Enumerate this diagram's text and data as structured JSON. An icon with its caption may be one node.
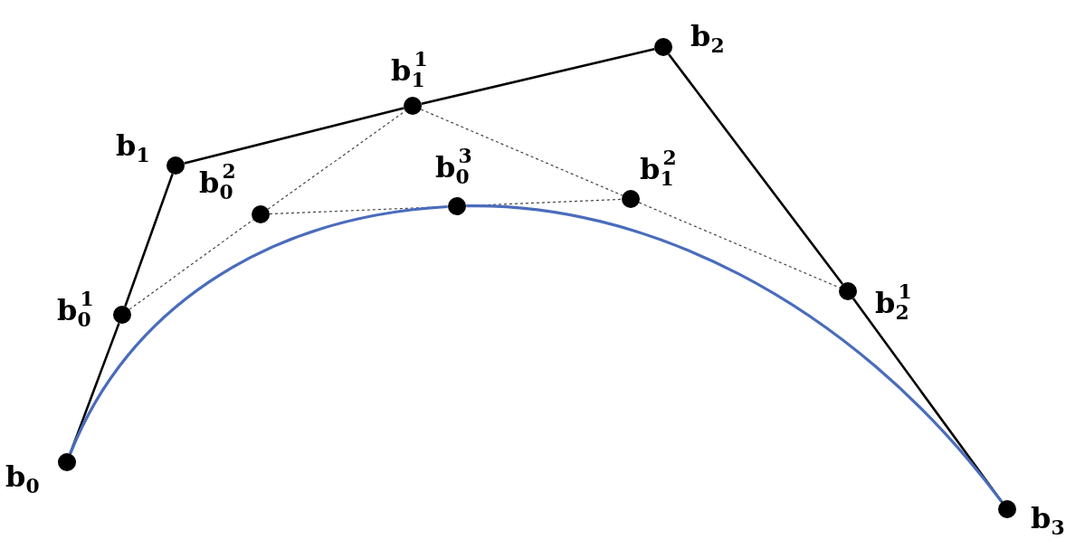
{
  "diagram": {
    "nodes": [
      {
        "text": [
          "b$_{2}$"
        ]
      },
      {
        "text": [
          "b$_{1}$$^{1}$"
        ]
      },
      {
        "text": [
          "b$_{1}$"
        ]
      },
      {
        "text": [
          "b$_{1}$$^{2}$"
        ]
      },
      {
        "text": [
          "b$_{0}$$^{3}$"
        ]
      },
      {
        "text": [
          "b$_{0}$$^{2}$"
        ]
      },
      {
        "text": [
          "b$_{2}$$^{1}$"
        ]
      },
      {
        "text": [
          "b$_{0}$$^{1}$"
        ]
      },
      {
        "text": [
          "b$_{0}$"
        ]
      },
      {
        "text": [
          "b$_{3}$"
        ]
      }
    ],
    "edges": [
      {
        "from": 8,
        "to": 7,
        "arrow": "none"
      },
      {
        "from": 7,
        "to": 2,
        "arrow": "none"
      },
      {
        "from": 2,
        "to": 1,
        "arrow": "none"
      },
      {
        "from": 1,
        "to": 0,
        "arrow": "none"
      },
      {
        "from": 0,
        "to": 6,
        "arrow": "none"
      },
      {
        "from": 6,
        "to": 9,
        "arrow": "none"
      },
      {
        "from": 7,
        "to": 5,
        "arrow": "none",
        "style": "dashed"
      },
      {
        "from": 5,
        "to": 1,
        "arrow": "none",
        "style": "dashed"
      },
      {
        "from": 1,
        "to": 3,
        "arrow": "none",
        "style": "dashed"
      },
      {
        "from": 3,
        "to": 6,
        "arrow": "none",
        "style": "dashed"
      },
      {
        "from": 5,
        "to": 4,
        "arrow": "none",
        "style": "dashed"
      },
      {
        "from": 4,
        "to": 3,
        "arrow": "none",
        "style": "dashed"
      },
      {
        "from": 8,
        "to": 4,
        "arrow": "none",
        "color": "#4a6cbc"
      },
      {
        "from": 4,
        "to": 9,
        "arrow": "none",
        "color": "#4a6cbc"
      }
    ]
  }
}
